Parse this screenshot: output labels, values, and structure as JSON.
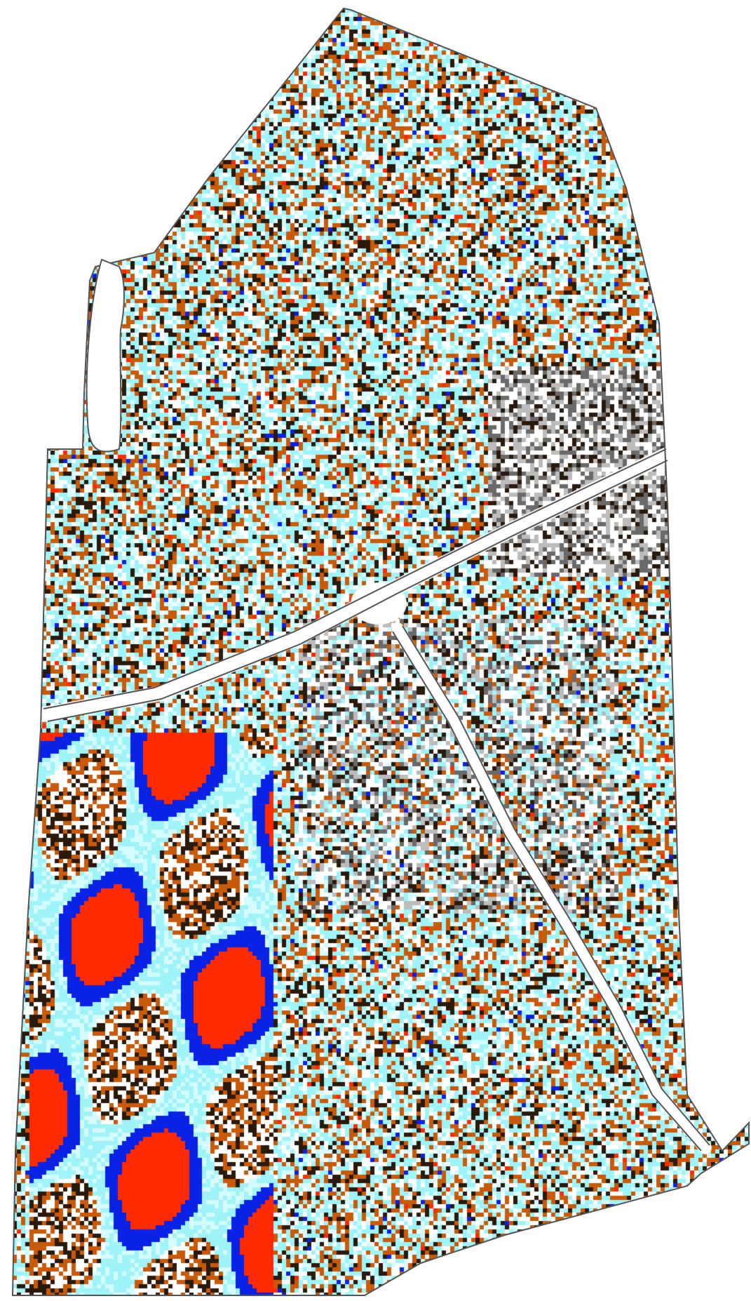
{
  "map": {
    "type": "geophysical survey raster",
    "colors": {
      "red": "#ff2a00",
      "blue": "#0a22e6",
      "cyan": "#9ff4fa",
      "light_cyan": "#d4fbfd",
      "orange": "#c85a0a",
      "dark_brown": "#2a1a0c",
      "white": "#ffffff",
      "grey_light": "#bcbcbc",
      "grey_dark": "#6a6a6a",
      "boundary_line": "#555555",
      "gap_fill": "#ffffff"
    },
    "features": {
      "boundary": "field-boundary-outline",
      "track_crossings": [
        "track-diagonal-west",
        "track-diagonal-east"
      ],
      "high_anomaly_zone": "southwest-anomaly-cluster",
      "grey_zone": "east-low-contrast-zone"
    }
  }
}
